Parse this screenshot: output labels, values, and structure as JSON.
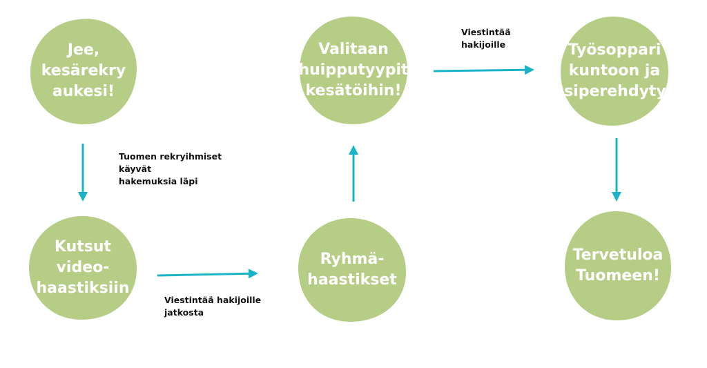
{
  "colors": {
    "node_fill": "#b5cd85",
    "node_text": "#ffffff",
    "arrow": "#1ab3c8",
    "note_text": "#111111",
    "background": "#ffffff"
  },
  "nodes": [
    {
      "id": "jee",
      "label": "Jee,\nkesärekry\naukesi!"
    },
    {
      "id": "kutsut",
      "label": "Kutsut\nvideo-\nhaastiksiin"
    },
    {
      "id": "ryhma",
      "label": "Ryhmä-\nhaastikset"
    },
    {
      "id": "valitaan",
      "label": "Valitaan\nhuipputyypit\nkesätöihin!"
    },
    {
      "id": "tyosopimus",
      "label": "Työsoppari\nkuntoon ja\nesiperehdytys"
    },
    {
      "id": "tervetuloa",
      "label": "Tervetuloa\nTuomeen!"
    }
  ],
  "notes": [
    {
      "id": "rekry",
      "text": "Tuomen rekryihmiset\nkäyvät\nhakemuksia läpi"
    },
    {
      "id": "jatkosta",
      "text": "Viestintää hakijoille\njatkosta"
    },
    {
      "id": "hakijoille",
      "text": "Viestintää\nhakijoille"
    }
  ],
  "edges": [
    {
      "from": "jee",
      "to": "kutsut"
    },
    {
      "from": "kutsut",
      "to": "ryhma"
    },
    {
      "from": "ryhma",
      "to": "valitaan"
    },
    {
      "from": "valitaan",
      "to": "tyosopimus"
    },
    {
      "from": "tyosopimus",
      "to": "tervetuloa"
    }
  ]
}
